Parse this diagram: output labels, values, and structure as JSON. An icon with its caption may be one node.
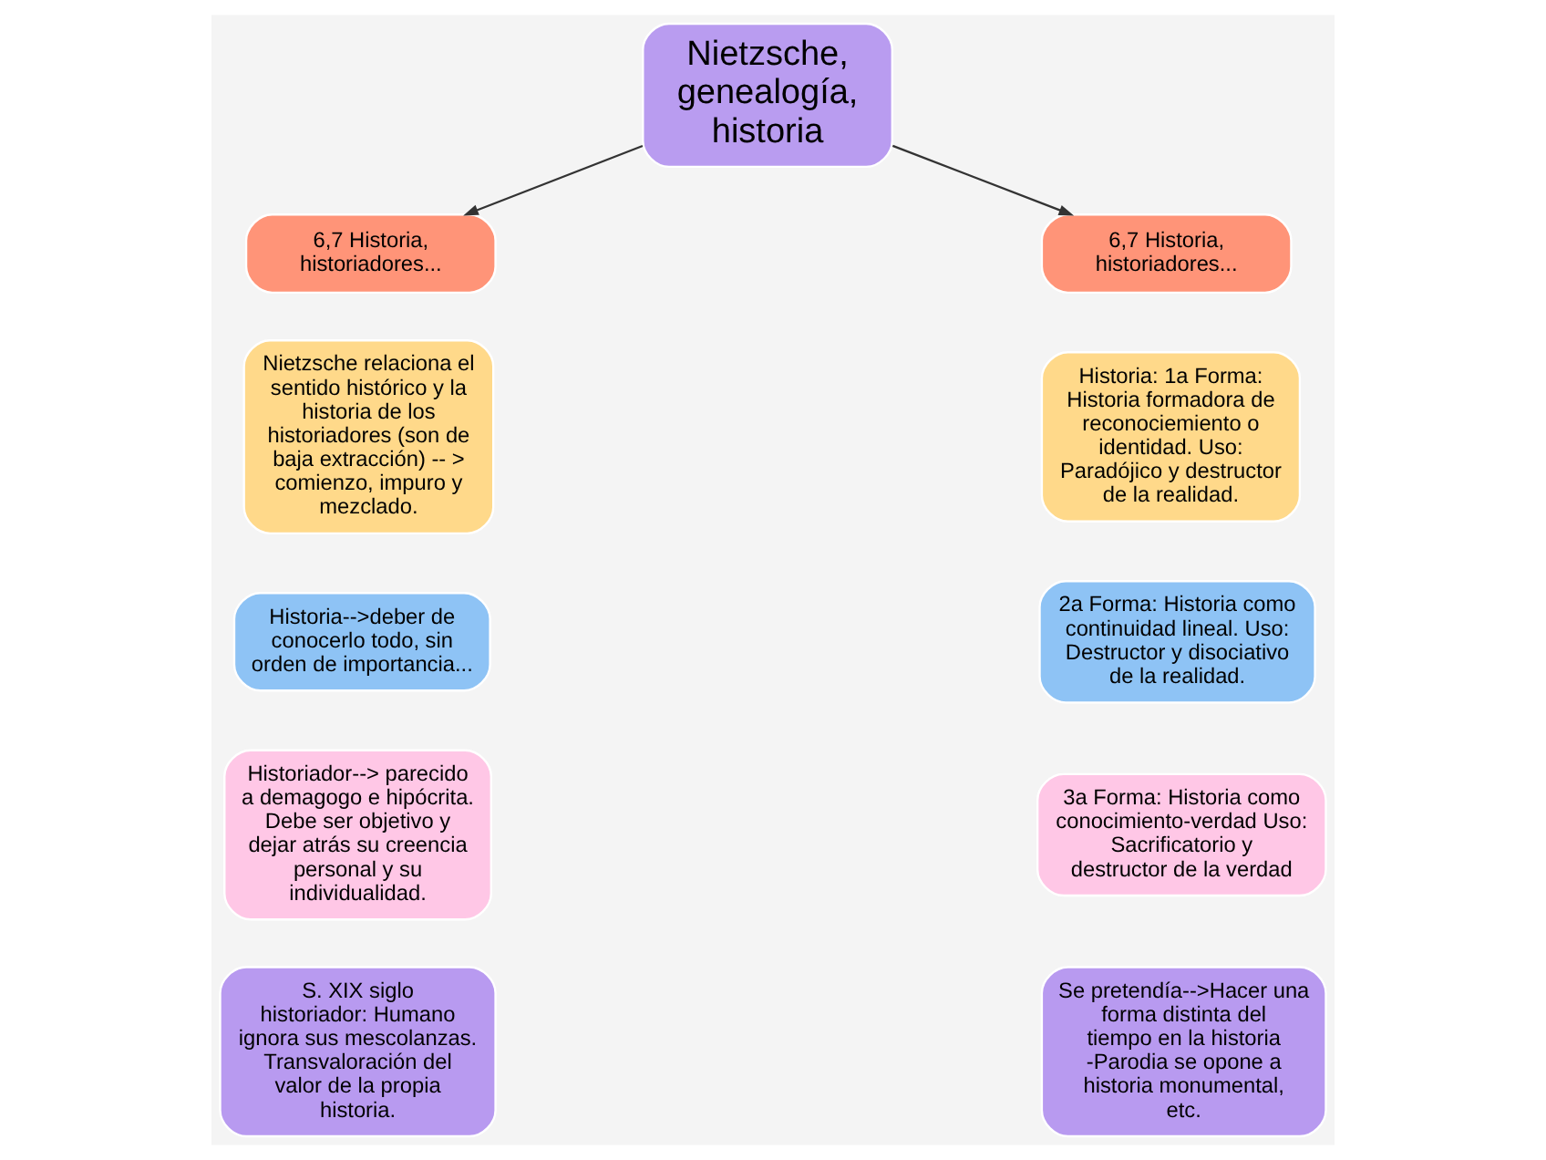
{
  "diagram": {
    "nodes": [
      {
        "text": [
          "Nietzsche, genealogía, historia"
        ]
      },
      {
        "text": [
          "6,7 Historia, historiadores..."
        ]
      },
      {
        "text": [
          "Nietzsche relaciona el sentido histórico y la historia de los historiadores (son de baja extracción) -- > comienzo, impuro y mezclado."
        ]
      },
      {
        "text": [
          "Historia-->deber de conocerlo todo, sin orden de importancia..."
        ]
      },
      {
        "text": [
          "Historiador--> parecido a demagogo e hipócrita. Debe ser objetivo y dejar atrás su creencia personal y su individualidad."
        ]
      },
      {
        "text": [
          "S. XIX siglo historiador: Humano ignora sus mescolanzas. Transvaloración del valor de la propia historia."
        ]
      },
      {
        "text": [
          "6,7 Historia, historiadores..."
        ]
      },
      {
        "text": [
          "Historia: 1a Forma: Historia formadora de reconociemiento o identidad. Uso: Paradójico y destructor de la realidad."
        ]
      },
      {
        "text": [
          "2a Forma: Historia como continuidad lineal. Uso: Destructor y disociativo de la realidad."
        ]
      },
      {
        "text": [
          "3a Forma: Historia como conocimiento-verdad Uso: Sacrificatorio y destructor de la verdad"
        ]
      },
      {
        "text": [
          "Se pretendía-->Hacer una forma distinta del tiempo en la historia -Parodia se opone a historia monumental, etc."
        ]
      }
    ],
    "edges": [
      {
        "from": 0,
        "to": 1,
        "arrow": "to"
      },
      {
        "from": 0,
        "to": 6,
        "arrow": "to"
      }
    ]
  }
}
